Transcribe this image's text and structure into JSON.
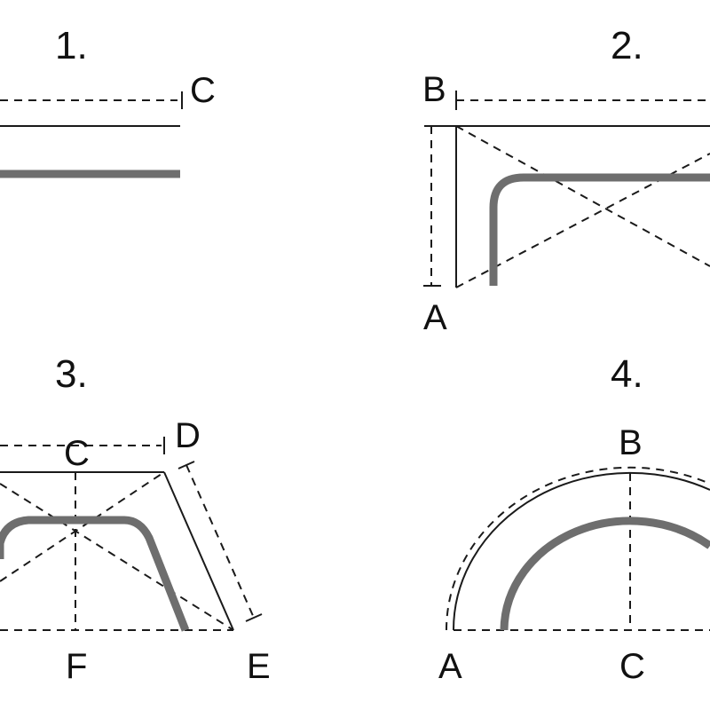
{
  "panels": [
    {
      "number": "1.",
      "labels": {
        "C": "C"
      }
    },
    {
      "number": "2.",
      "labels": {
        "B": "B",
        "A": "A"
      }
    },
    {
      "number": "3.",
      "labels": {
        "C": "C",
        "D": "D",
        "F": "F",
        "E": "E"
      }
    },
    {
      "number": "4.",
      "labels": {
        "B": "B",
        "A": "A",
        "C": "C"
      }
    }
  ],
  "colors": {
    "line": "#1a1a1a",
    "rod": "#6e6e6e",
    "background": "#ffffff"
  }
}
